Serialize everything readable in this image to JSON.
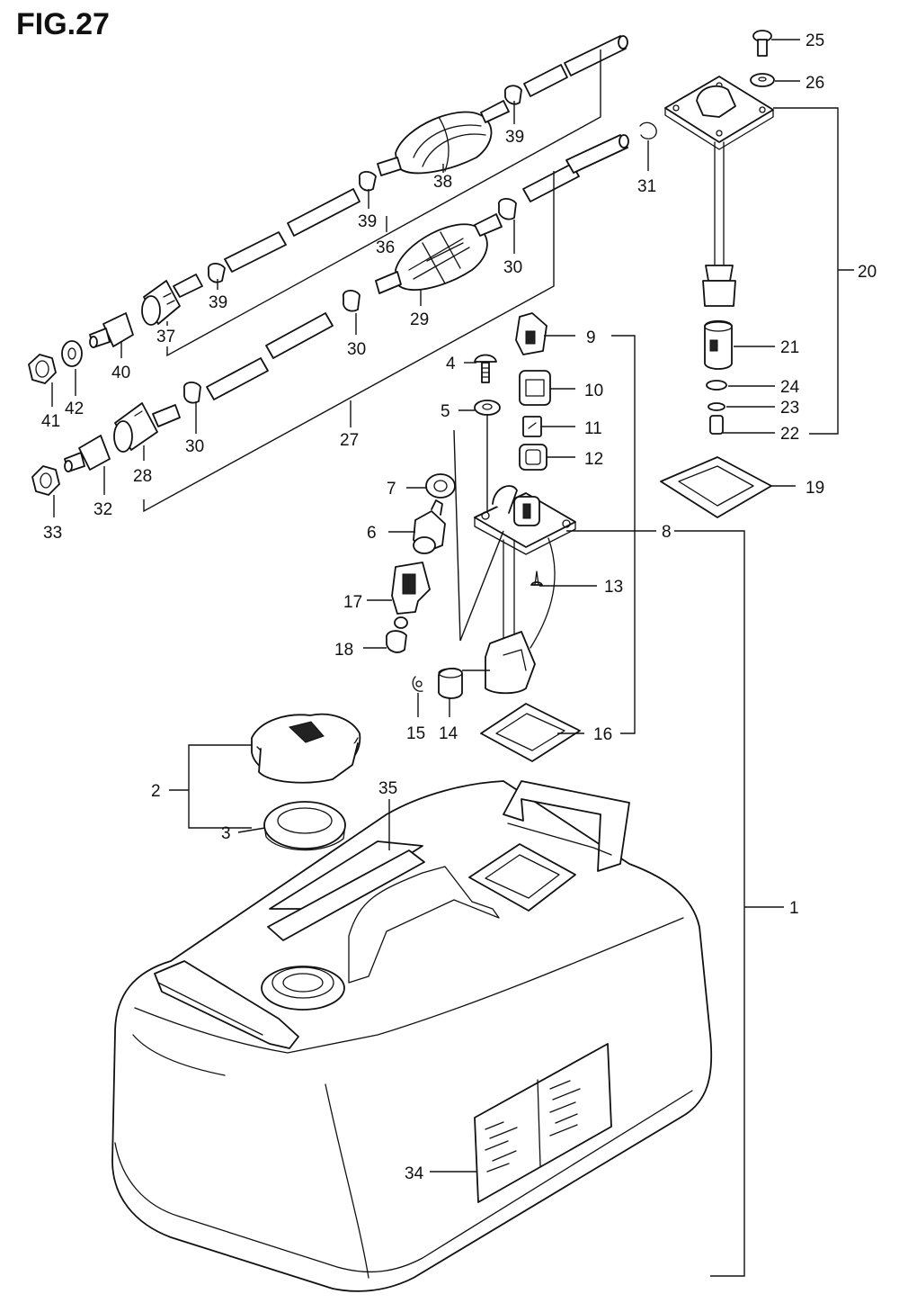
{
  "figure": {
    "title": "FIG.27"
  },
  "callouts": {
    "c1": "1",
    "c2": "2",
    "c3": "3",
    "c4": "4",
    "c5": "5",
    "c6": "6",
    "c7": "7",
    "c8": "8",
    "c9": "9",
    "c10": "10",
    "c11": "11",
    "c12": "12",
    "c13": "13",
    "c14": "14",
    "c15": "15",
    "c16": "16",
    "c17": "17",
    "c18": "18",
    "c19": "19",
    "c20": "20",
    "c21": "21",
    "c22": "22",
    "c23": "23",
    "c24": "24",
    "c25": "25",
    "c26": "26",
    "c27": "27",
    "c28": "28",
    "c29": "29",
    "c30a": "30",
    "c30b": "30",
    "c30c": "30",
    "c31": "31",
    "c32": "32",
    "c33": "33",
    "c34": "34",
    "c35": "35",
    "c36": "36",
    "c37": "37",
    "c38": "38",
    "c39a": "39",
    "c39b": "39",
    "c39c": "39",
    "c40": "40",
    "c41": "41",
    "c42": "42"
  }
}
